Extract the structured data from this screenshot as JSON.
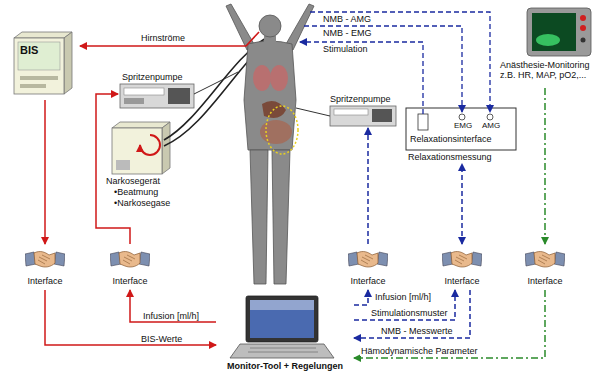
{
  "diagram": {
    "nodes": [
      {
        "text": [
          "BIS"
        ]
      },
      {
        "text": [
          "Spritzenpumpe"
        ]
      },
      {
        "text": [
          "Narkosegerät",
          "•Beatmung",
          "•Narkosegase"
        ]
      },
      {
        "text": [
          "Spritzenpumpe"
        ]
      },
      {
        "text": [
          "EMG",
          "AMG",
          "Relaxationsinterface",
          "Relaxationsmessung"
        ]
      },
      {
        "text": [
          "Anästhesie-Monitoring z.B. HR, MAP, pO2,..."
        ]
      },
      {
        "text": [
          "Interface"
        ]
      },
      {
        "text": [
          "Interface"
        ]
      },
      {
        "text": [
          "Interface"
        ]
      },
      {
        "text": [
          "Interface"
        ]
      },
      {
        "text": [
          "Interface"
        ]
      },
      {
        "text": [
          "Monitor-Tool + Regelungen"
        ]
      }
    ],
    "edges": [
      {
        "from": 0,
        "to": 6,
        "arrow": "to"
      },
      {
        "from": 6,
        "to": 11,
        "label": "BIS-Werte",
        "arrow": "to"
      },
      {
        "from": 11,
        "to": 7,
        "label": "Infusion [ml/h]",
        "arrow": "to"
      },
      {
        "from": 7,
        "to": 1,
        "arrow": "to"
      },
      {
        "from": 11,
        "to": 8,
        "label": "Infusion [ml/h]",
        "arrow": "to"
      },
      {
        "from": 8,
        "to": 3,
        "arrow": "to"
      },
      {
        "from": 11,
        "to": 9,
        "label": "Stimulationsmuster",
        "arrow": "to"
      },
      {
        "from": 9,
        "to": 11,
        "label": "NMB - Messwerte",
        "arrow": "to"
      },
      {
        "from": 9,
        "to": 4,
        "arrow": "both"
      },
      {
        "from": 5,
        "to": 10,
        "arrow": "to"
      },
      {
        "from": 10,
        "to": 11,
        "label": "Hämodynamische Parameter",
        "arrow": "to"
      }
    ],
    "labels": [
      "Hirnströme",
      "NMB - AMG",
      "NMB - EMG",
      "Stimulation"
    ]
  }
}
